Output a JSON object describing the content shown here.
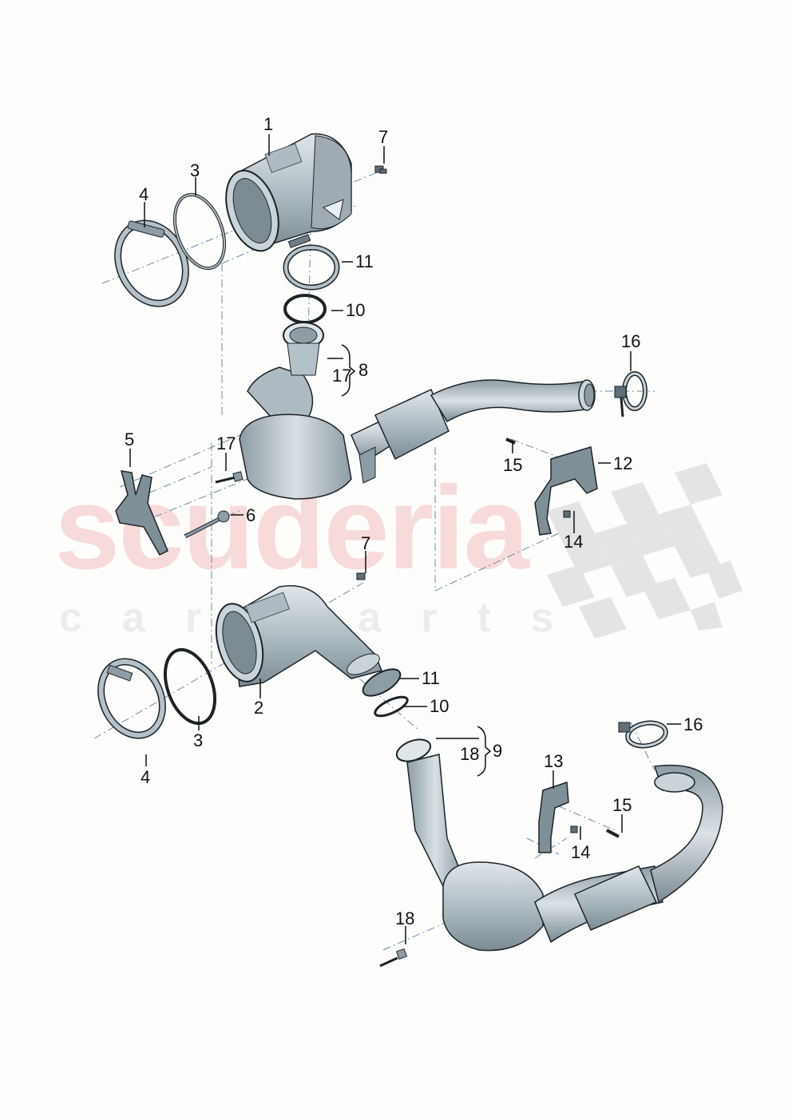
{
  "diagram": {
    "type": "exploded-parts-diagram",
    "subject": "exhaust catalytic converters / front pipes with clamps, seals and brackets",
    "colors": {
      "part_fill": "#a9b6bd",
      "part_light": "#d5dde1",
      "part_dark": "#6e7d86",
      "bracket_fill": "#7f8f98",
      "outline": "#1c2328",
      "axis_line": "#6a8aa6",
      "watermark_main": "#f7dada",
      "watermark_sub": "#ececec",
      "checker": "#e3e3e6",
      "label": "#111111"
    },
    "watermark": {
      "main": "scuderia",
      "sub": "car parts"
    },
    "callouts": [
      {
        "id": "c1",
        "label": "1",
        "part": "catalytic converter (upper)"
      },
      {
        "id": "c2",
        "label": "2",
        "part": "catalytic converter (lower)"
      },
      {
        "id": "c3a",
        "label": "3",
        "part": "seal ring (upper)"
      },
      {
        "id": "c3b",
        "label": "3",
        "part": "seal ring (lower)"
      },
      {
        "id": "c4a",
        "label": "4",
        "part": "V-band clamp (upper)"
      },
      {
        "id": "c4b",
        "label": "4",
        "part": "V-band clamp (lower)"
      },
      {
        "id": "c5",
        "label": "5",
        "part": "bracket"
      },
      {
        "id": "c6",
        "label": "6",
        "part": "bolt"
      },
      {
        "id": "c7a",
        "label": "7",
        "part": "screw (upper)"
      },
      {
        "id": "c7b",
        "label": "7",
        "part": "screw (lower)"
      },
      {
        "id": "c8",
        "label": "8",
        "part": "front pipe assembly (upper)"
      },
      {
        "id": "c9",
        "label": "9",
        "part": "front pipe assembly (lower)"
      },
      {
        "id": "c10a",
        "label": "10",
        "part": "seal (upper)"
      },
      {
        "id": "c10b",
        "label": "10",
        "part": "seal (lower)"
      },
      {
        "id": "c11a",
        "label": "11",
        "part": "clamp (upper)"
      },
      {
        "id": "c11b",
        "label": "11",
        "part": "clamp (lower)"
      },
      {
        "id": "c12",
        "label": "12",
        "part": "mounting bracket (upper)"
      },
      {
        "id": "c13",
        "label": "13",
        "part": "mounting bracket (lower)"
      },
      {
        "id": "c14a",
        "label": "14",
        "part": "nut (upper)"
      },
      {
        "id": "c14b",
        "label": "14",
        "part": "nut (lower)"
      },
      {
        "id": "c15a",
        "label": "15",
        "part": "bolt (upper)"
      },
      {
        "id": "c15b",
        "label": "15",
        "part": "bolt (lower)"
      },
      {
        "id": "c16a",
        "label": "16",
        "part": "clamp (upper)"
      },
      {
        "id": "c16b",
        "label": "16",
        "part": "clamp (lower)"
      },
      {
        "id": "c17a",
        "label": "17",
        "part": "stud (upper, in assembly 8)"
      },
      {
        "id": "c17b",
        "label": "17",
        "part": "stud (upper, loose)"
      },
      {
        "id": "c18a",
        "label": "18",
        "part": "stud (lower, in assembly 9)"
      },
      {
        "id": "c18b",
        "label": "18",
        "part": "stud (lower, loose)"
      }
    ]
  }
}
